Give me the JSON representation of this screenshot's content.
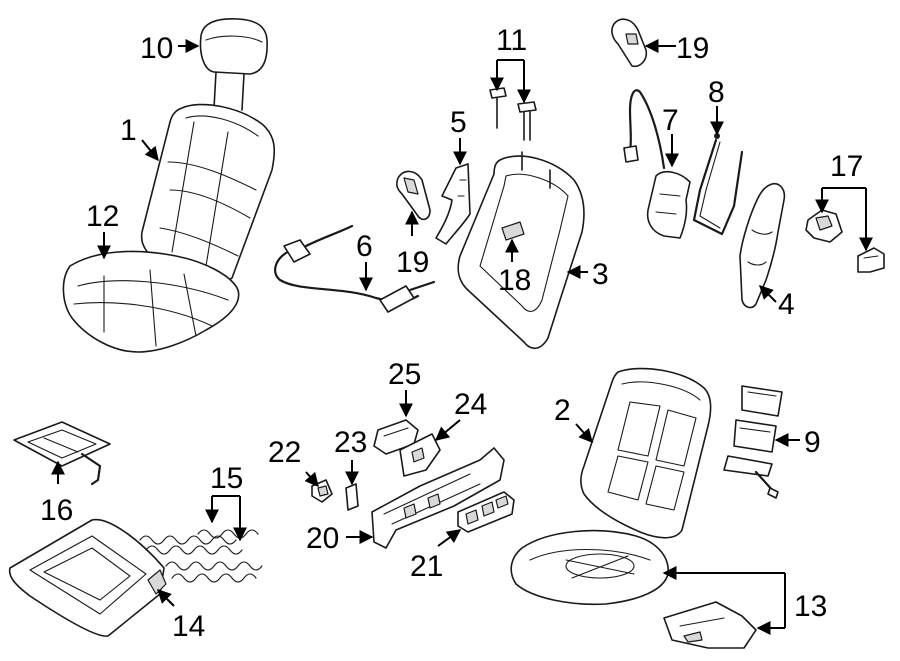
{
  "diagram": {
    "callouts": [
      "10",
      "1",
      "12",
      "11",
      "5",
      "19",
      "6",
      "18",
      "3",
      "19",
      "7",
      "8",
      "17",
      "4",
      "25",
      "24",
      "22",
      "23",
      "2",
      "9",
      "16",
      "15",
      "20",
      "21",
      "14",
      "13"
    ]
  },
  "colors": {
    "line": "#1a1a1a",
    "shade": "#d9d9d9",
    "background": "#ffffff"
  }
}
